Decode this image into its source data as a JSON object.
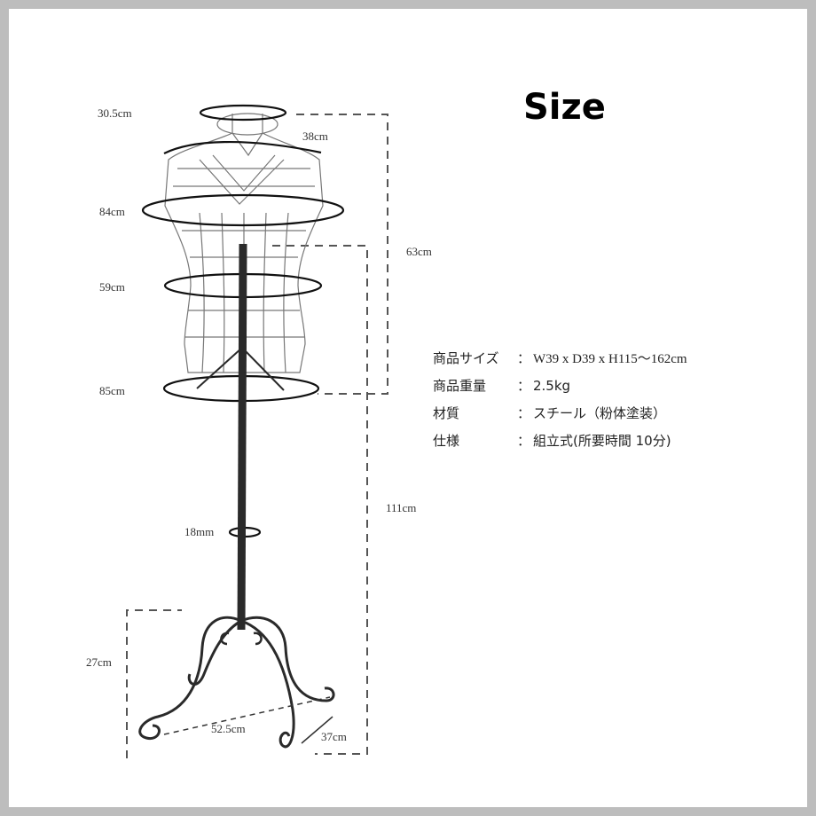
{
  "title": "Size",
  "dimensions": {
    "neck": "30.5cm",
    "shoulder": "38cm",
    "bust": "84cm",
    "waist": "59cm",
    "hip": "85cm",
    "torso_height": "63cm",
    "pole_height": "111cm",
    "pole_diameter": "18mm",
    "base_height": "27cm",
    "base_width": "52.5cm",
    "base_depth": "37cm"
  },
  "specs": [
    {
      "label": "商品サイズ",
      "sep": "：",
      "value": "W39 x D39 x H115〜162cm"
    },
    {
      "label": "商品重量",
      "sep": "：",
      "value": "2.5kg"
    },
    {
      "label": "材質",
      "sep": "：",
      "value": "スチール（粉体塗装）"
    },
    {
      "label": "仕様",
      "sep": "：",
      "value": "組立式(所要時間 10分)"
    }
  ]
}
